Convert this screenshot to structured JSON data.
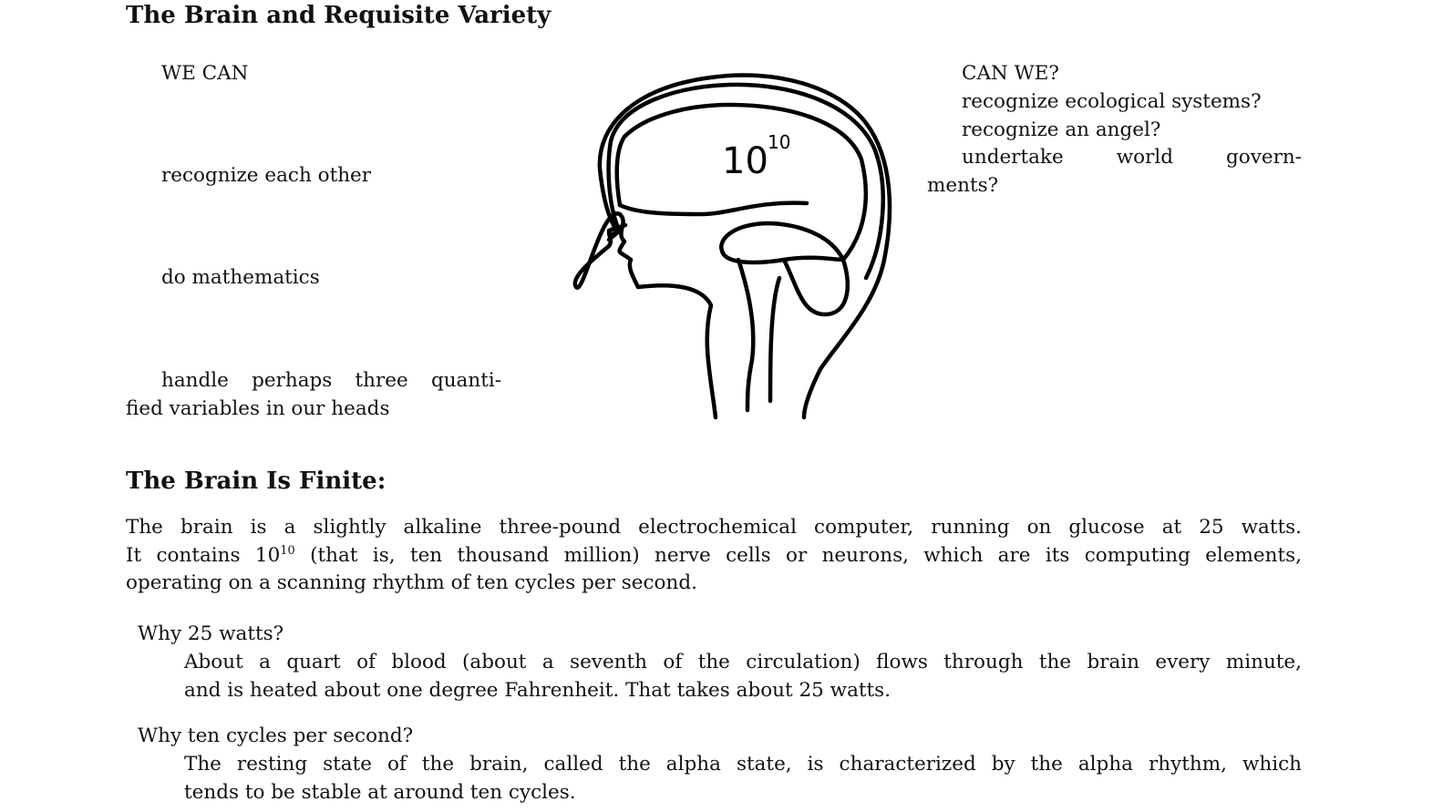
{
  "section1": {
    "title": "The Brain and Requisite Variety",
    "left": {
      "header": "WE CAN",
      "items": [
        "recognize each other",
        "do mathematics"
      ],
      "last_item_line1": "handle perhaps three quanti-",
      "last_item_line2": "fied variables in our heads"
    },
    "figure_label": "10",
    "figure_label_exp": "10",
    "right": {
      "header": "CAN WE?",
      "line1": "recognize ecological systems?",
      "line2": "recognize an angel?",
      "line3": "undertake world govern-",
      "line4": "ments?"
    }
  },
  "section2": {
    "title": "The Brain Is Finite:",
    "para_line1": "The brain is a slightly alkaline three-pound electrochemical computer, running on glucose at 25 watts.",
    "para_line2_a": "It contains 10",
    "para_line2_exp": "10",
    "para_line2_b": " (that is, ten thousand million) nerve cells or neurons, which are its computing elements,",
    "para_line3": "operating on a scanning rhythm of ten cycles per second.",
    "q1": "Why 25 watts?",
    "a1_line1": "About a quart of blood (about a seventh of the circulation) flows through the brain every minute,",
    "a1_line2": "and is heated about one degree Fahrenheit. That takes about 25 watts.",
    "q2": "Why ten cycles per second?",
    "a2_line1": "The resting state of the brain, called the alpha state, is characterized by the alpha rhythm, which",
    "a2_line2": "tends to be stable at around ten cycles."
  }
}
